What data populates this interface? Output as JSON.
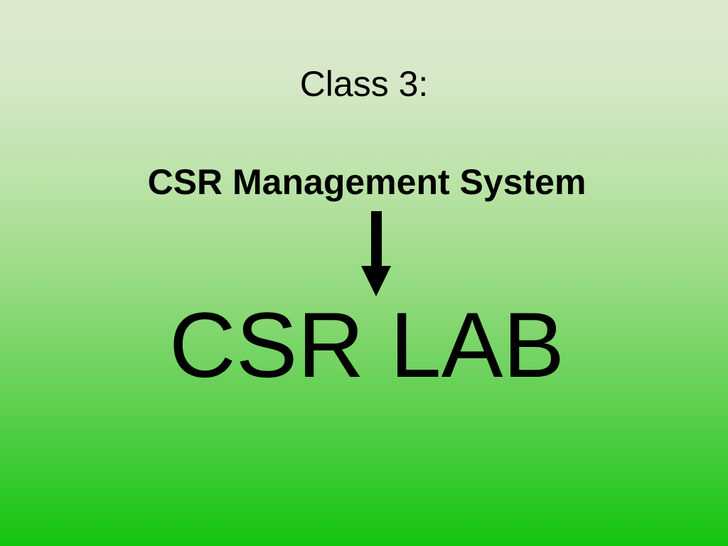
{
  "slide": {
    "title_line": "Class 3:",
    "subtitle": "CSR Management System",
    "arrow_icon": "down-arrow-icon",
    "main_text": "CSR LAB",
    "colors": {
      "background_top": "#dde9cf",
      "background_bottom": "#12c40e",
      "text": "#000000"
    }
  }
}
